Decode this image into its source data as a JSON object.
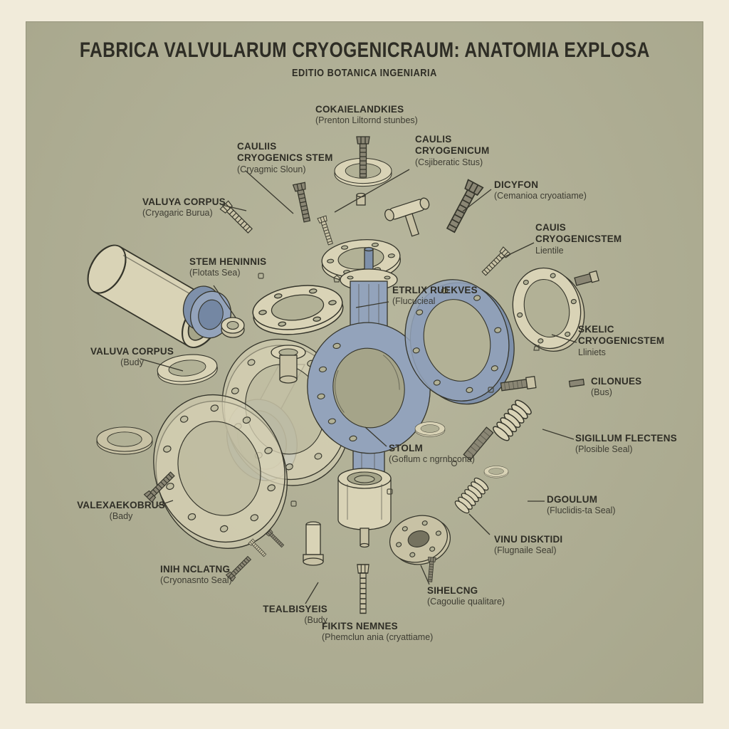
{
  "header": {
    "title": "FABRICA VALVULARUM CRYOGENICRAUM: ANATOMIA EXPLOSA",
    "subtitle": "EDITIO BOTANICA INGENIARIA"
  },
  "palette": {
    "paper": "#f1ebda",
    "panel": "#b2b196",
    "ink": "#2f2e26",
    "part_cream": "#d9d3b6",
    "part_blue": "#93a3bb"
  },
  "labels": [
    {
      "name": "COKAIELANDKIES",
      "detail": "(Prenton Liltornd stunbes)"
    },
    {
      "name": "CAULIS CRYOGENICUM",
      "detail": "(Csjiberatic Stus)"
    },
    {
      "name": "CAULIIS CRYOGENICS STEM",
      "detail": "(Cryagmic Sloun)"
    },
    {
      "name": "VALUYA CORPUS",
      "detail": "(Cryagaric Burua)"
    },
    {
      "name": "DICYFON",
      "detail": "(Cemanioa cryoatiame)"
    },
    {
      "name": "CAUIS CRYOGENICSTEM",
      "detail": "Lientile"
    },
    {
      "name": "STEM HENINNIS",
      "detail": "(Flotats Sea)"
    },
    {
      "name": "ETRLIX RUEKVES",
      "detail": "(Flucucieal"
    },
    {
      "name": "SKELIC CRYOGENICSTEM",
      "detail": "Lliniets"
    },
    {
      "name": "VALUVA CORPUS",
      "detail": "(Budy"
    },
    {
      "name": "CILONUES",
      "detail": "(Bus)"
    },
    {
      "name": "SIGILLUM FLECTENS",
      "detail": "(Plosible Seal)"
    },
    {
      "name": "STOLM",
      "detail": "(Goflum c ngrnbcona)"
    },
    {
      "name": "DGOULUM",
      "detail": "(Fluclidis-ta Seal)"
    },
    {
      "name": "VINU DISKTIDI",
      "detail": "(Flugnaile Seal)"
    },
    {
      "name": "SIHELCNG",
      "detail": "(Cagoulie qualitare)"
    },
    {
      "name": "TEALBISYEIS",
      "detail": "(Budy"
    },
    {
      "name": "FIKITS NEMNES",
      "detail": "(Phemclun ania (cryattiame)"
    },
    {
      "name": "INIH NCLATNG",
      "detail": "(Cryonasnto Seal)"
    },
    {
      "name": "VALEXAEKOBRUS",
      "detail": "(Bady"
    }
  ]
}
